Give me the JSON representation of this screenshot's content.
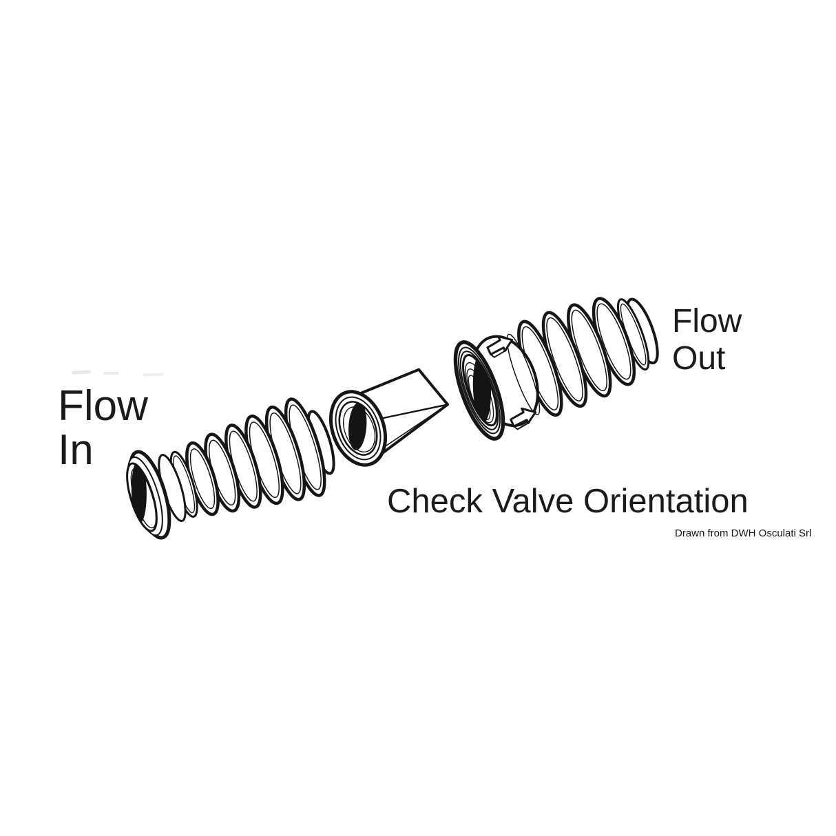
{
  "page": {
    "background_color": "#ffffff"
  },
  "diagram": {
    "type": "exploded-technical-illustration",
    "labels": {
      "flow_in": {
        "line1": "Flow",
        "line2": "In"
      },
      "flow_out": {
        "line1": "Flow",
        "line2": "Out"
      },
      "caption": "Check Valve Orientation",
      "credit": "Drawn from DWH Osculati Srl"
    },
    "colors": {
      "line": "#161616",
      "text": "#1b1b1b",
      "surface": "#ffffff",
      "shadow_fill": "#141414"
    },
    "parts": [
      {
        "id": "inlet-hose-adapter",
        "shape": "ribbed hose barb fitting, open end facing lower-left"
      },
      {
        "id": "duckbill-check-valve",
        "shape": "flanged cone one-way valve insert"
      },
      {
        "id": "outlet-hose-adapter",
        "shape": "ribbed hose connector with two molded flow-direction arrows"
      }
    ]
  }
}
